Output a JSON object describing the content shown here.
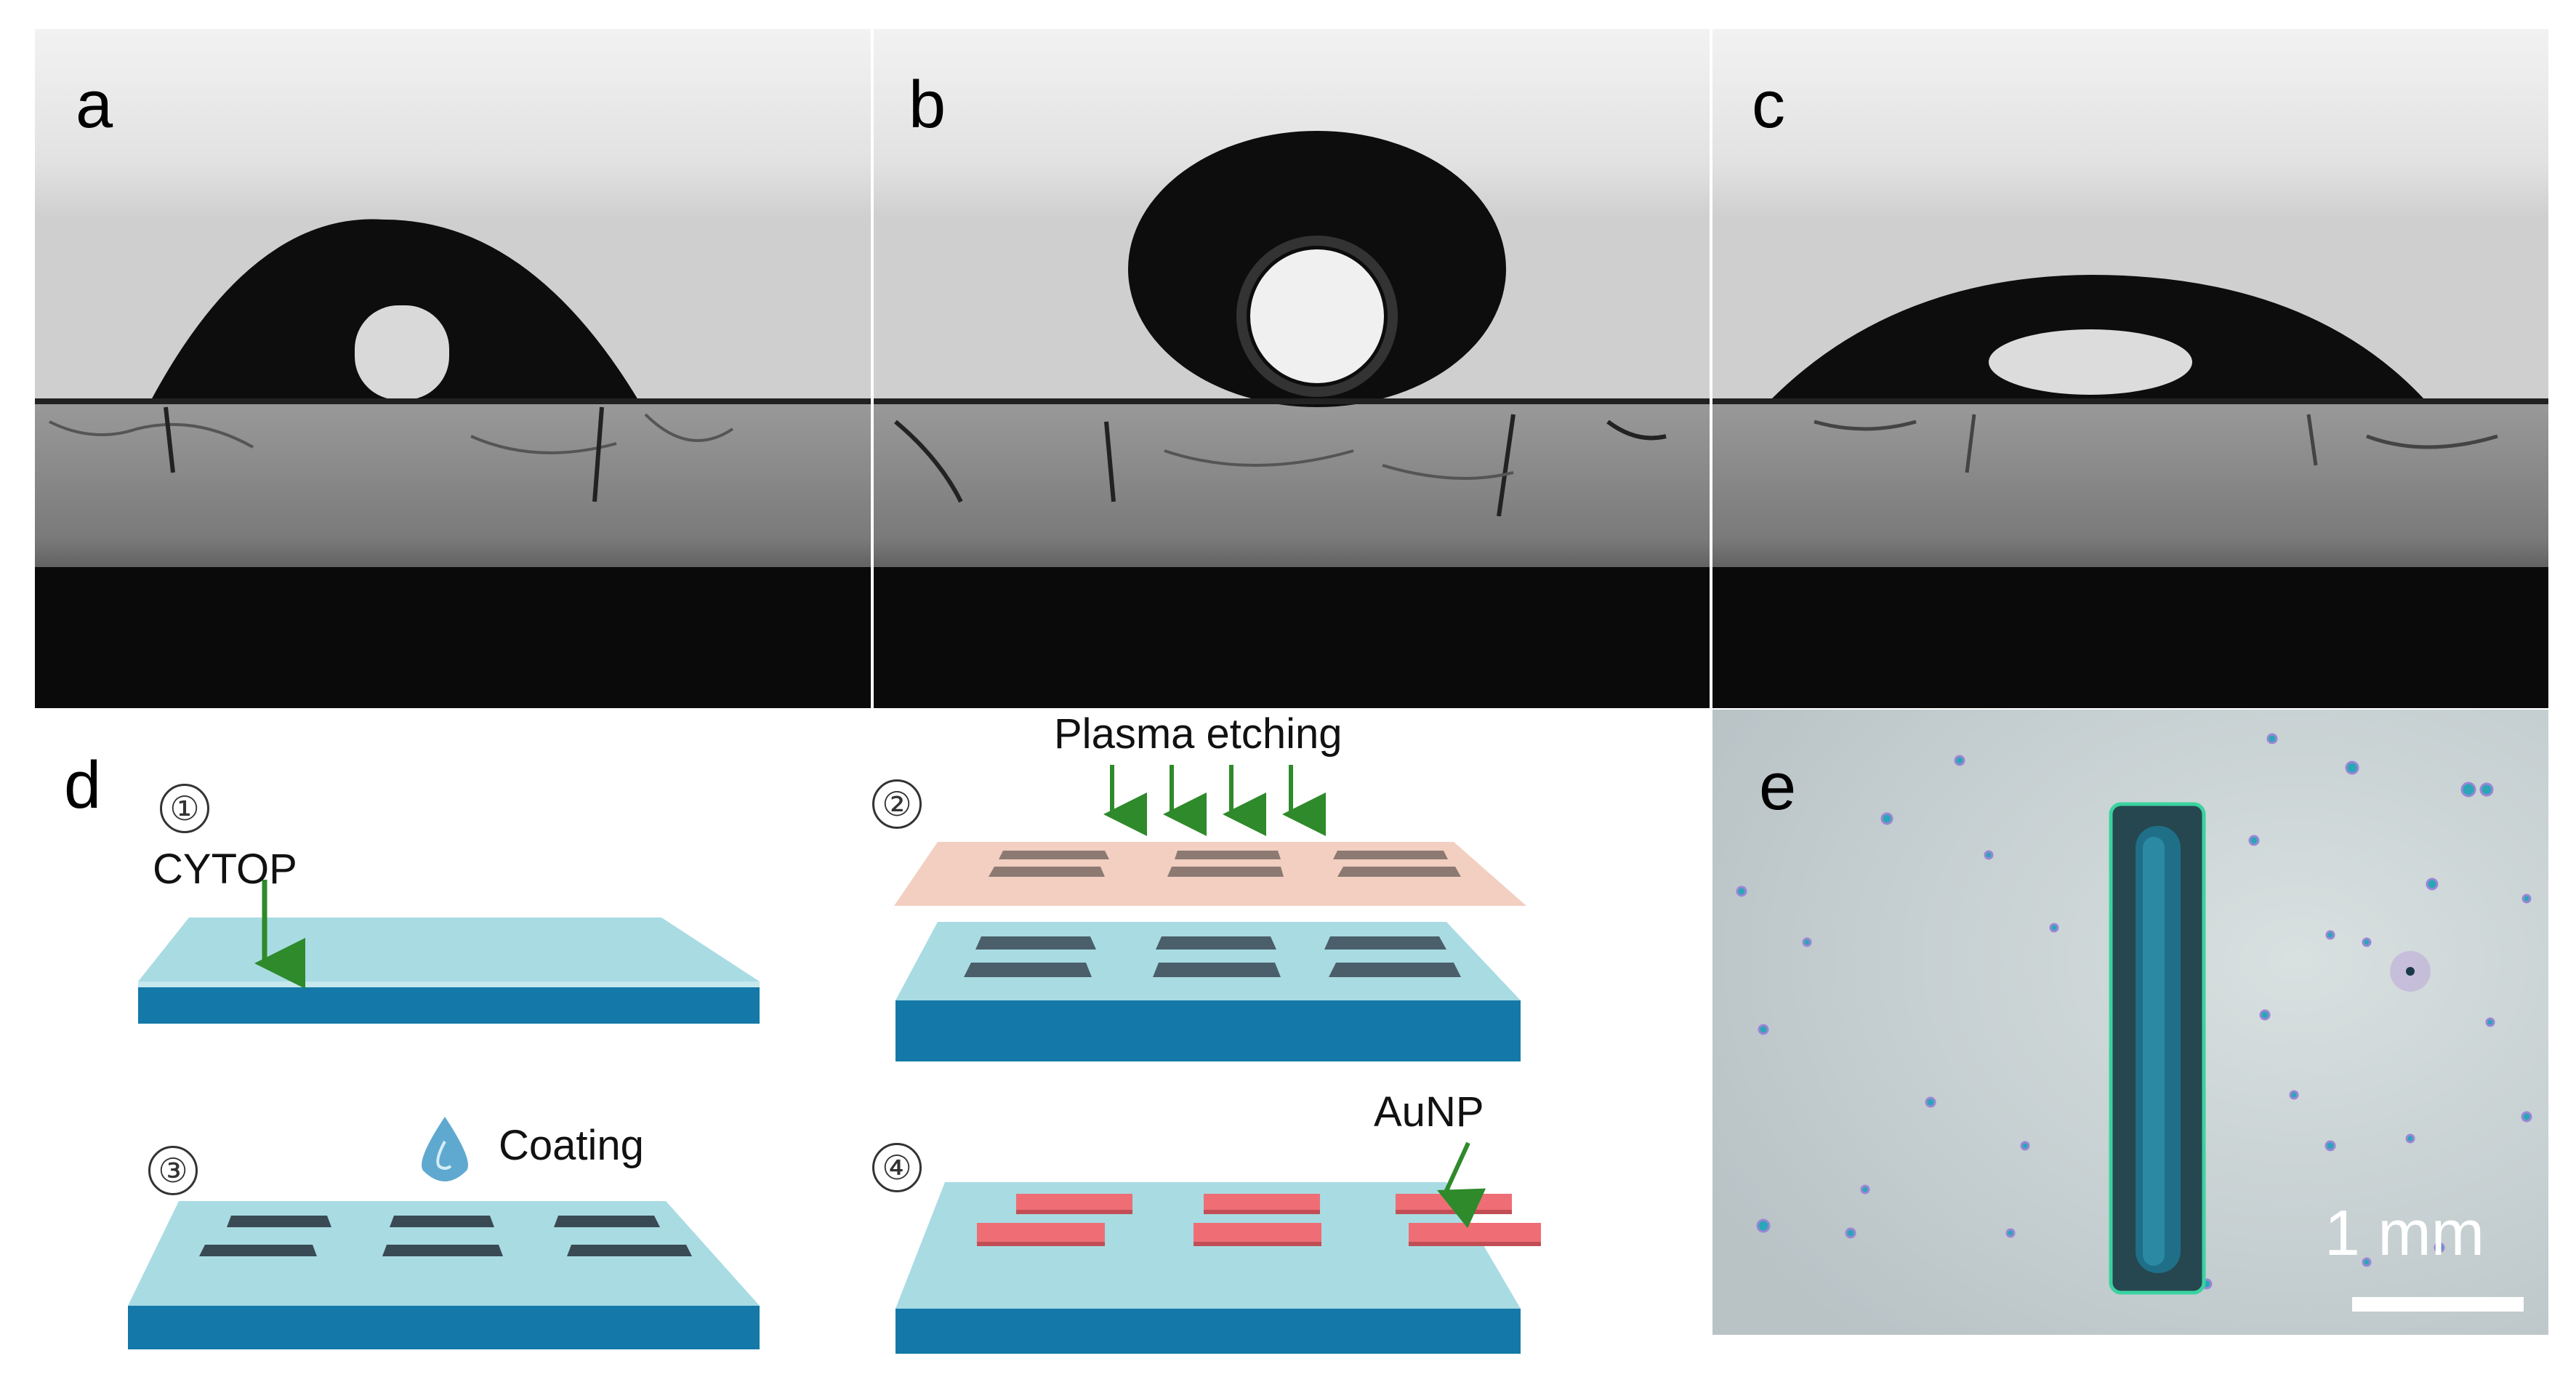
{
  "panels": {
    "a": {
      "label": "a"
    },
    "b": {
      "label": "b"
    },
    "c": {
      "label": "c"
    },
    "d": {
      "label": "d",
      "steps": [
        {
          "number": "①",
          "annotation": "CYTOP"
        },
        {
          "number": "②",
          "annotation": "Plasma etching"
        },
        {
          "number": "③",
          "annotation": "Coating"
        },
        {
          "number": "④",
          "annotation": "AuNP"
        }
      ]
    },
    "e": {
      "label": "e",
      "scale_bar_text": "1 mm"
    }
  },
  "colors": {
    "cytop_layer": "#a9dbe3",
    "substrate_layer": "#1479a8",
    "mask": "#f2cfc0",
    "aunp": "#ef6e76",
    "arrow": "#2e8a2a",
    "droplet": "#111111",
    "micrograph_bg": "#c9d2d5",
    "channel": "#1f6f88"
  }
}
